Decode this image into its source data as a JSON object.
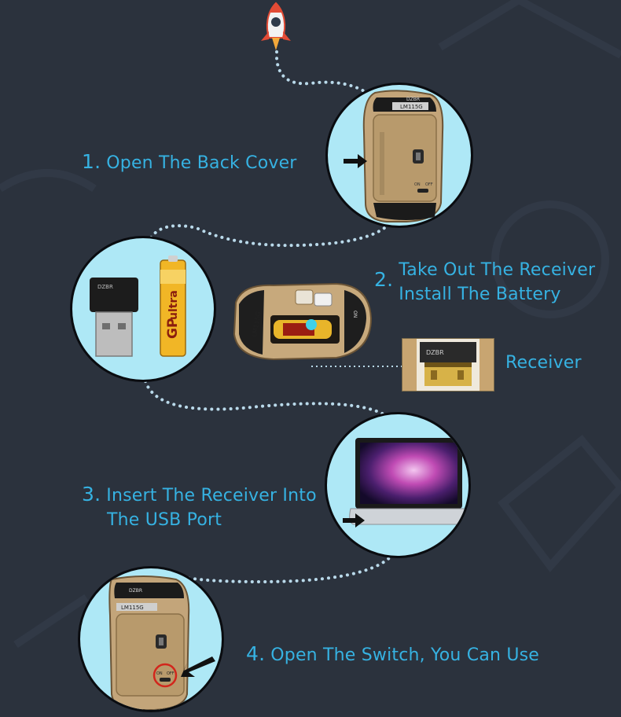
{
  "steps": {
    "step1": {
      "number": "1.",
      "lines": [
        "Open The Back Cover"
      ]
    },
    "step2": {
      "number": "2.",
      "lines": [
        "Take Out The Receiver",
        "Install The Battery"
      ]
    },
    "receiver_label": "Receiver",
    "step3": {
      "number": "3.",
      "lines": [
        "Insert The Receiver Into",
        "The USB Port"
      ]
    },
    "step4": {
      "number": "4.",
      "lines": [
        "Open The Switch, You Can Use"
      ]
    }
  },
  "device_labels": {
    "brand": "DZBR",
    "model": "LM115G",
    "on": "ON",
    "off": "OFF",
    "battery_brand": "GP",
    "battery_name": "ultra"
  },
  "colors": {
    "background": "#2b323d",
    "circle_fill": "#aee8f6",
    "text_accent": "#36b2e2",
    "dotted_path": "#b9d9ea",
    "mouse_gold": "#c3a57a"
  }
}
